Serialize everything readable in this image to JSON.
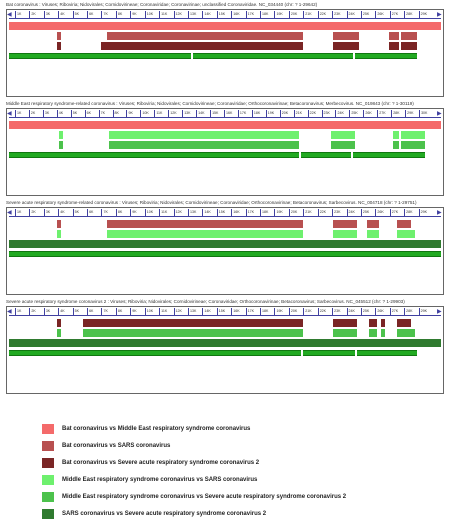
{
  "colors": {
    "bat_mers": "#f46a6a",
    "bat_sars": "#b85050",
    "bat_sars2": "#7a2525",
    "mers_sars": "#6ef06e",
    "mers_sars2": "#4cc24c",
    "sars_sars2": "#2f7a2f",
    "genome": "#22aa22"
  },
  "panels": [
    {
      "title": "Bat coronavirus : Viruses; Riboviria; Nidovirales; Cornidovirineae; Coronaviridae; Coronavirinae; unclassified Coronaviridae. NC_034440 (chr: ? 1-29642)",
      "ticks": [
        "1K",
        "2K",
        "3K",
        "4K",
        "5K",
        "6K",
        "7K",
        "8K",
        "9K",
        "10K",
        "11K",
        "12K",
        "13K",
        "14K",
        "15K",
        "16K",
        "17K",
        "18K",
        "19K",
        "20K",
        "21K",
        "22K",
        "23K",
        "24K",
        "25K",
        "26K",
        "27K",
        "28K",
        "29K"
      ]
    },
    {
      "title": "Middle East respiratory syndrome-related coronavirus : Viruses; Riboviria; Nidovirales; Cornidovirineae; Coronaviridae; Orthocoronavirinae; Betacoronavirus; Merbecovirus. NC_019843 (chr: ? 1-30119)",
      "ticks": [
        "1K",
        "2K",
        "3K",
        "4K",
        "5K",
        "6K",
        "7K",
        "8K",
        "9K",
        "10K",
        "11K",
        "12K",
        "13K",
        "14K",
        "15K",
        "16K",
        "17K",
        "18K",
        "19K",
        "20K",
        "21K",
        "22K",
        "23K",
        "24K",
        "25K",
        "26K",
        "27K",
        "28K",
        "29K",
        "30K"
      ]
    },
    {
      "title": "Severe acute respiratory syndrome-related coronavirus : Viruses; Riboviria; Nidovirales; Cornidovirineae; Coronaviridae; Orthocoronavirinae; Betacoronavirus; Sarbecovirus. NC_004718 (chr: ? 1-29751)",
      "ticks": [
        "1K",
        "2K",
        "3K",
        "4K",
        "5K",
        "6K",
        "7K",
        "8K",
        "9K",
        "10K",
        "11K",
        "12K",
        "13K",
        "14K",
        "15K",
        "16K",
        "17K",
        "18K",
        "19K",
        "20K",
        "21K",
        "22K",
        "23K",
        "24K",
        "25K",
        "26K",
        "27K",
        "28K",
        "29K"
      ]
    },
    {
      "title": "Severe acute respiratory syndrome coronavirus 2 : Viruses; Riboviria; Nidovirales; Cornidovirineae; Coronaviridae; Orthocoronavirinae; Betacoronavirus; Sarbecovirus. NC_045512 (chr: ? 1-29903)",
      "ticks": [
        "1K",
        "2K",
        "3K",
        "4K",
        "5K",
        "6K",
        "7K",
        "8K",
        "9K",
        "10K",
        "11K",
        "12K",
        "13K",
        "14K",
        "15K",
        "16K",
        "17K",
        "18K",
        "19K",
        "20K",
        "21K",
        "22K",
        "23K",
        "24K",
        "25K",
        "26K",
        "27K",
        "28K",
        "29K"
      ]
    }
  ],
  "legend": [
    {
      "label": "Bat coronavirus vs Middle East respiratory syndrome coronavirus",
      "color": "#f46a6a"
    },
    {
      "label": "Bat coronavirus vs SARS coronavirus",
      "color": "#b85050"
    },
    {
      "label": "Bat coronavirus vs Severe acute respiratory syndrome coronavirus 2",
      "color": "#7a2525"
    },
    {
      "label": "Middle East respiratory syndrome coronavirus vs SARS coronavirus",
      "color": "#6ef06e"
    },
    {
      "label": "Middle East respiratory syndrome coronavirus vs Severe acute respiratory syndrome coronavirus 2",
      "color": "#4cc24c"
    },
    {
      "label": "SARS coronavirus vs Severe acute respiratory syndrome coronavirus 2",
      "color": "#2f7a2f"
    }
  ]
}
